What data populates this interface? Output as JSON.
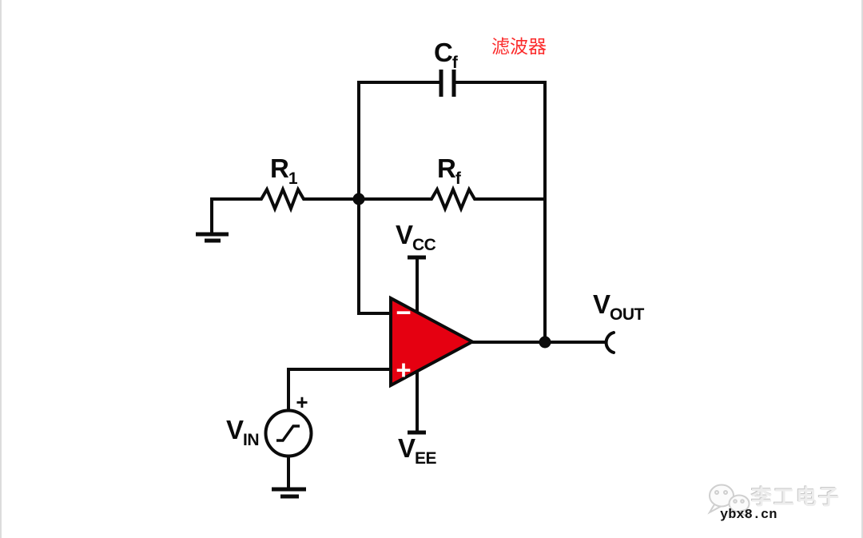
{
  "canvas": {
    "background": "#ffffff",
    "wire_color": "#0b0b0b"
  },
  "annotation": {
    "filter_label": "滤波器",
    "color": "#fb2b2b"
  },
  "components": {
    "feedback_capacitor": {
      "label_main": "C",
      "label_sub": "f"
    },
    "input_resistor": {
      "label_main": "R",
      "label_sub": "1"
    },
    "feedback_resistor": {
      "label_main": "R",
      "label_sub": "f"
    },
    "positive_supply": {
      "label_main": "V",
      "label_sub": "CC"
    },
    "negative_supply": {
      "label_main": "V",
      "label_sub": "EE"
    },
    "input_source": {
      "label_main": "V",
      "label_sub": "IN",
      "polarity_sign": "+"
    },
    "output": {
      "label_main": "V",
      "label_sub": "OUT"
    },
    "opamp": {
      "fill_color": "#e50011",
      "inverting_sign": "−",
      "noninverting_sign": "+"
    }
  },
  "watermark": {
    "brand": "李工电子",
    "site": "ybx8.cn",
    "icon": "wechat-logo"
  }
}
